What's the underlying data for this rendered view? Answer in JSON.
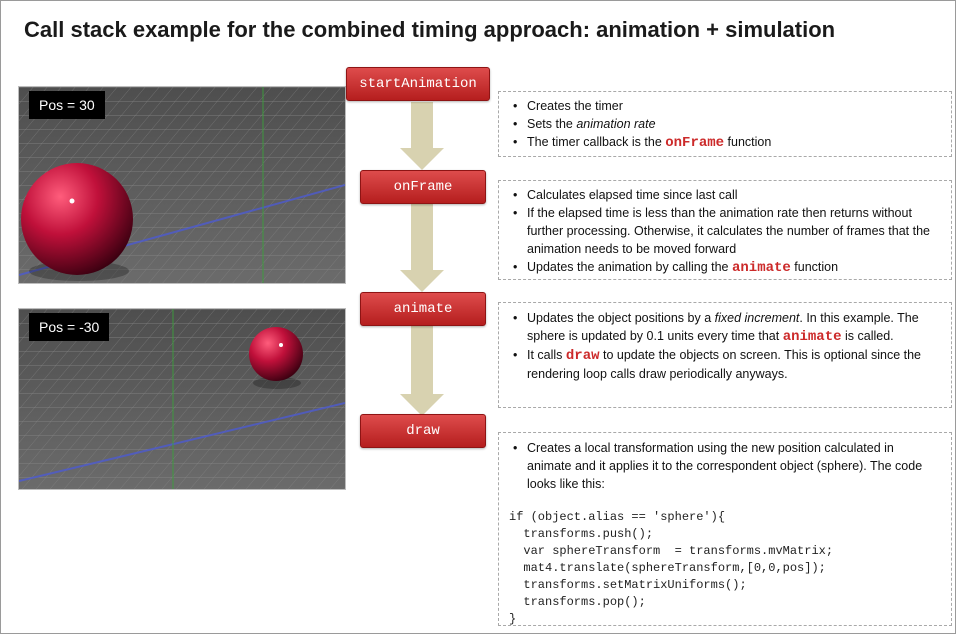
{
  "title": "Call stack example for the combined timing approach: animation + simulation",
  "scenes": [
    {
      "pos_label": "Pos = 30"
    },
    {
      "pos_label": "Pos = -30"
    }
  ],
  "functions": [
    "startAnimation",
    "onFrame",
    "animate",
    "draw"
  ],
  "notes": {
    "startAnimation": {
      "b1": "Creates  the timer",
      "b2_pre": "Sets the ",
      "b2_em": "animation rate",
      "b3_pre": "The timer callback is the ",
      "b3_kw": "onFrame",
      "b3_post": " function"
    },
    "onFrame": {
      "b1": "Calculates elapsed time since last call",
      "b2": "If the elapsed time is less than the animation rate then returns without further processing. Otherwise, it calculates the number of frames that the animation needs to be moved forward",
      "b3_pre": "Updates the animation by calling the ",
      "b3_kw": "animate",
      "b3_post": " function"
    },
    "animate": {
      "b1_pre": "Updates the object positions by a ",
      "b1_em": "fixed increment",
      "b1_mid": ". In this example. The sphere is updated by 0.1 units every time that ",
      "b1_kw": "animate",
      "b1_post": " is called.",
      "b2_pre": "It calls ",
      "b2_kw": "draw",
      "b2_post": " to update the objects on screen. This is optional since the rendering loop calls draw periodically anyways."
    },
    "draw": {
      "b1": "Creates a local transformation using the new position calculated in animate and it applies it to the correspondent object (sphere). The code looks like this:",
      "code": [
        "if (object.alias == 'sphere'){",
        "  transforms.push();",
        "  var sphereTransform  = transforms.mvMatrix;",
        "  mat4.translate(sphereTransform,[0,0,pos]);",
        "  transforms.setMatrixUniforms();",
        "  transforms.pop();",
        "}"
      ]
    }
  },
  "colors": {
    "function_box": "#c62828",
    "keyword": "#cc2a2a",
    "arrow": "#d8d2b0",
    "sphere": "#c0103a",
    "grid": "#8a8a8a",
    "code_highlight": "#4a78b0"
  }
}
